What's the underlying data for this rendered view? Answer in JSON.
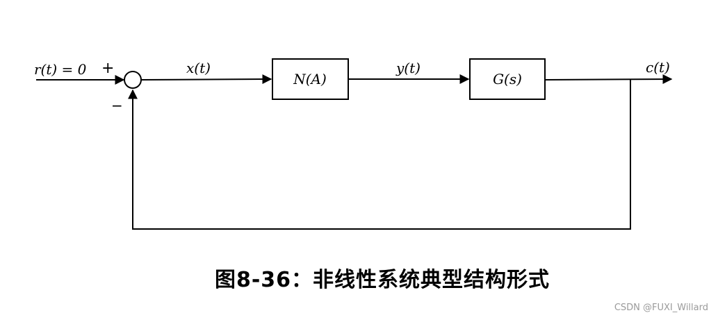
{
  "input_label": "r(t) = 0",
  "plus_sign": "+",
  "minus_sign": "−",
  "error_label": "x(t)",
  "block1_label": "N(A)",
  "intermediate_label": "y(t)",
  "block2_label": "G(s)",
  "output_label": "c(t)",
  "caption": "图8-36：非线性系统典型结构形式",
  "watermark": "CSDN @FUXI_Willard"
}
